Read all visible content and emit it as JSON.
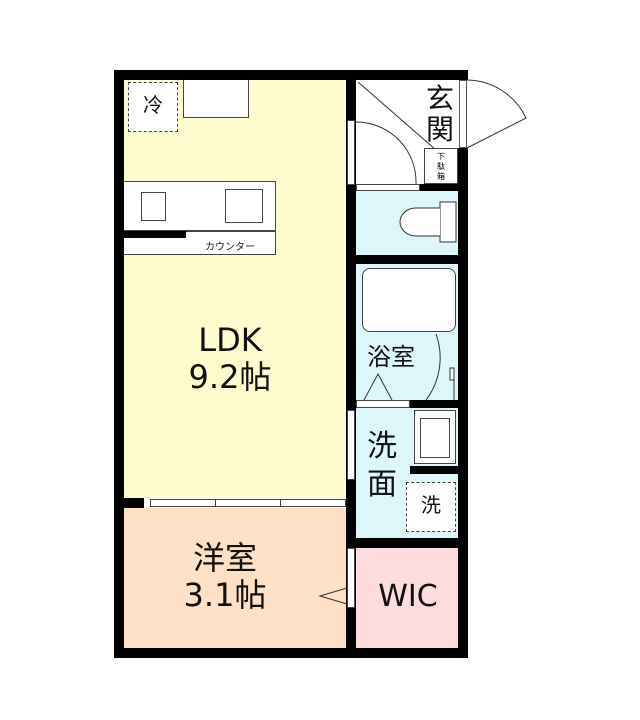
{
  "floorplan": {
    "colors": {
      "ldk": "#fefccf",
      "western_room": "#fde0c6",
      "wet_area": "#dcf6fa",
      "wic": "#fcdcdc",
      "wall": "#000000"
    },
    "rooms": {
      "ldk": {
        "name": "LDK",
        "size": "9.2帖"
      },
      "western_room": {
        "name": "洋室",
        "size": "3.1帖"
      },
      "entrance": {
        "name_line1": "玄",
        "name_line2": "関"
      },
      "shoe_box": {
        "line1": "下",
        "line2": "駄",
        "line3": "箱"
      },
      "bath": {
        "name": "浴室"
      },
      "washroom": {
        "line1": "洗",
        "line2": "面"
      },
      "wic": {
        "name": "WIC"
      }
    },
    "fixtures": {
      "fridge": "冷",
      "washer": "洗",
      "counter": "カウンター"
    }
  }
}
